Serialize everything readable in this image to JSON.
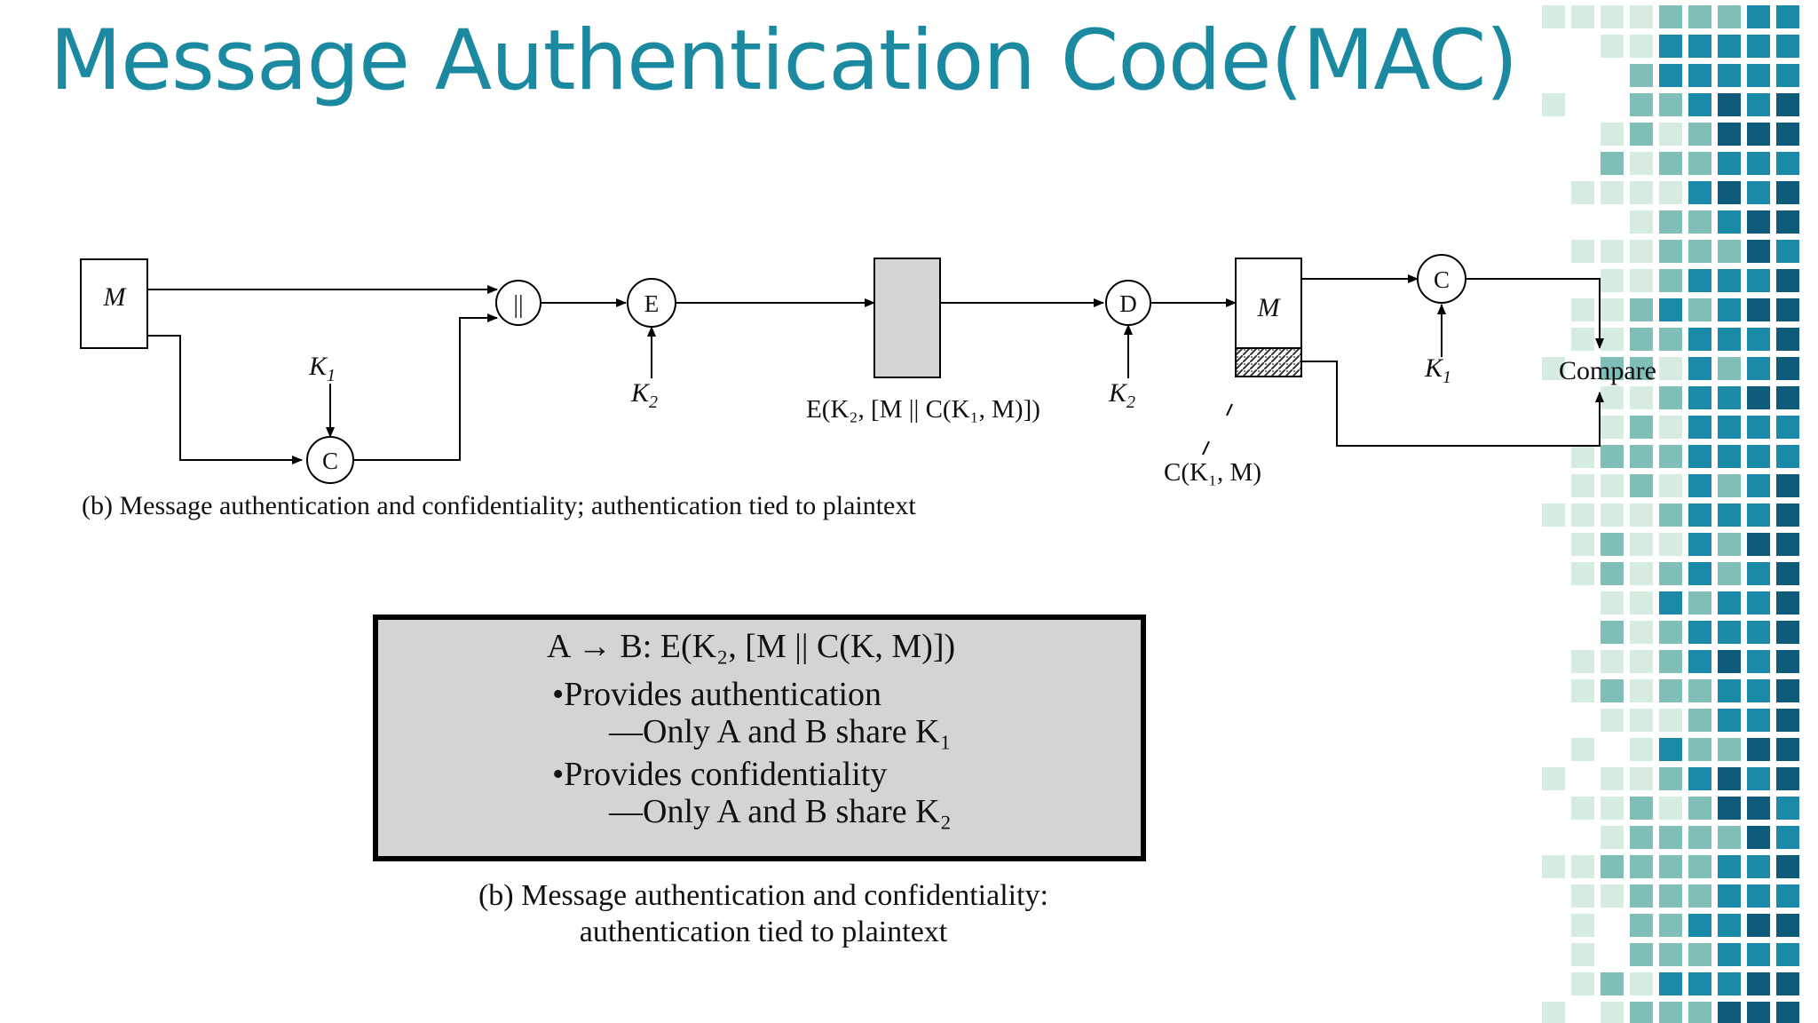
{
  "slide": {
    "title": "Message Authentication Code(MAC)"
  },
  "colors": {
    "title": "#1b8aa0",
    "deco_dark": "#0d5a7a",
    "deco_mid": "#1a8aa8",
    "deco_light": "#7fbfb8",
    "deco_pale": "#d6ece0",
    "ciphertext_block": "#d4d4d6"
  },
  "diagram": {
    "caption": "(b) Message authentication and confidentiality; authentication tied to plaintext",
    "message_label": "M",
    "received_message_label": "M",
    "concat_symbol": "||",
    "mac_function": "C",
    "encrypt_function": "E",
    "decrypt_function": "D",
    "compare_label": "Compare",
    "key_k1": {
      "base": "K",
      "sub": "1"
    },
    "key_k2": {
      "base": "K",
      "sub": "2"
    },
    "ciphertext_label": "E(K₂, [M || C(K₁, M)])",
    "received_mac_label": "C(K₁, M)"
  },
  "summary": {
    "header": "A → B: E(K₂, [M || C(K, M)])",
    "bullets": [
      {
        "text": "•Provides authentication",
        "detail": "—Only A and B share K₁"
      },
      {
        "text": "•Provides confidentiality",
        "detail": "—Only A and B share K₂"
      }
    ],
    "caption_line1": "(b) Message authentication and confidentiality:",
    "caption_line2": "authentication tied to plaintext"
  }
}
